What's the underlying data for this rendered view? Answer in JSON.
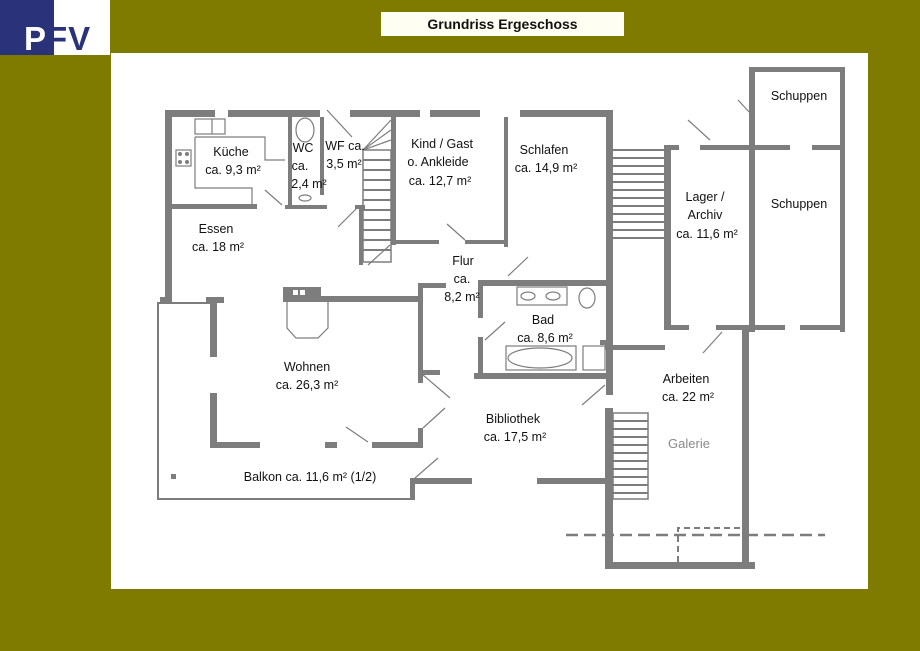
{
  "logo": {
    "p": "P",
    "fv": "FV",
    "brand_blue": "#2a327a",
    "brand_olive": "#7f7a00"
  },
  "title": "Grundriss Ergeschoss",
  "rooms": {
    "kueche": {
      "name": "Küche",
      "area": "ca. 9,3 m²"
    },
    "wc": {
      "name": "WC",
      "ca": "ca.",
      "area": "2,4 m²"
    },
    "wf": {
      "name": "WF ca.",
      "area": "3,5 m²"
    },
    "kind": {
      "name": "Kind / Gast",
      "sub": "o. Ankleide",
      "area": "ca. 12,7 m²"
    },
    "schlafen": {
      "name": "Schlafen",
      "area": "ca. 14,9 m²"
    },
    "schuppen_top": {
      "name": "Schuppen"
    },
    "schuppen_mid": {
      "name": "Schuppen"
    },
    "lager": {
      "name": "Lager /",
      "sub": "Archiv",
      "area": "ca. 11,6 m²"
    },
    "essen": {
      "name": "Essen",
      "area": "ca. 18 m²"
    },
    "flur": {
      "name": "Flur",
      "ca": "ca.",
      "area": "8,2 m²"
    },
    "bad": {
      "name": "Bad",
      "area": "ca. 8,6 m²"
    },
    "wohnen": {
      "name": "Wohnen",
      "area": "ca. 26,3 m²"
    },
    "arbeiten": {
      "name": "Arbeiten",
      "area": "ca. 22 m²"
    },
    "galerie": {
      "name": "Galerie"
    },
    "bibliothek": {
      "name": "Bibliothek",
      "area": "ca. 17,5 m²"
    },
    "balkon": {
      "name": "Balkon ca. 11,6 m² (1/2)"
    }
  }
}
